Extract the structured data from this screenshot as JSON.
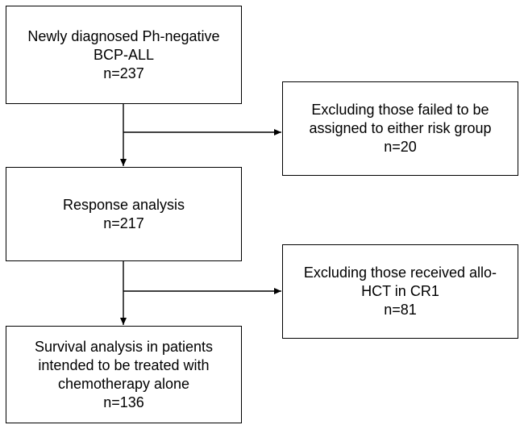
{
  "flowchart": {
    "boxes": [
      {
        "id": "initial-cohort",
        "lines": [
          "Newly diagnosed Ph-negative",
          "BCP-ALL",
          "n=237"
        ]
      },
      {
        "id": "exclusion-risk",
        "lines": [
          "Excluding those failed to be",
          "assigned to either risk group",
          "n=20"
        ]
      },
      {
        "id": "response-analysis",
        "lines": [
          "Response analysis",
          "n=217"
        ]
      },
      {
        "id": "exclusion-hct",
        "lines": [
          "Excluding those received allo-",
          "HCT in CR1",
          "n=81"
        ]
      },
      {
        "id": "survival-analysis",
        "lines": [
          "Survival analysis in patients",
          "intended to be treated with",
          "chemotherapy alone",
          "n=136"
        ]
      }
    ],
    "line_color": "#000000",
    "background_color": "#ffffff"
  }
}
